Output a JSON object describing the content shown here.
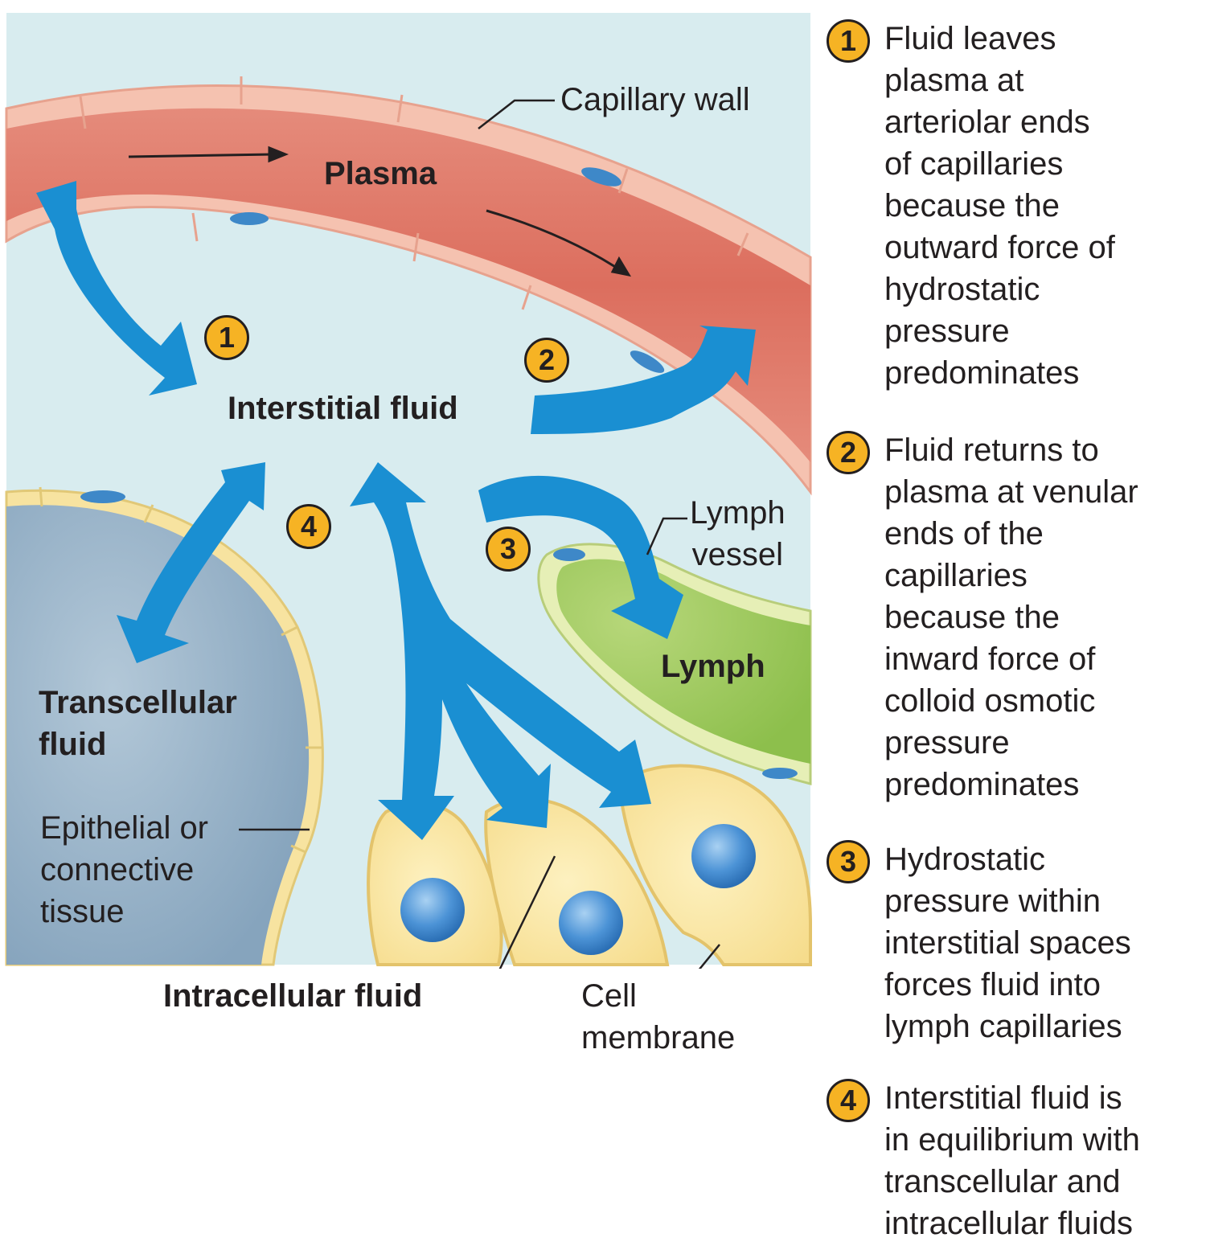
{
  "labels": {
    "capillary_wall": "Capillary wall",
    "plasma": "Plasma",
    "interstitial_fluid": "Interstitial fluid",
    "lymph_vessel": "Lymph\nvessel",
    "lymph": "Lymph",
    "transcellular_fluid": "Transcellular\nfluid",
    "epithelial": "Epithelial or\nconnective\ntissue",
    "intracellular_fluid": "Intracellular fluid",
    "cell_membrane": "Cell\nmembrane"
  },
  "badges": [
    "1",
    "2",
    "3",
    "4"
  ],
  "steps": [
    {
      "number": "1",
      "text": "Fluid leaves\nplasma at\narteriolar ends\nof capillaries\nbecause the\noutward force of\nhydrostatic\npressure\npredominates"
    },
    {
      "number": "2",
      "text": "Fluid returns to\nplasma at venular\nends of the\ncapillaries\nbecause the\ninward force of\ncolloid osmotic\npressure\npredominates"
    },
    {
      "number": "3",
      "text": "Hydrostatic\npressure within\ninterstitial spaces\nforces fluid into\nlymph capillaries"
    },
    {
      "number": "4",
      "text": "Interstitial fluid is\nin equilibrium with\ntranscellular and\nintracellular fluids"
    }
  ],
  "colors": {
    "background": "#d8ecef",
    "capillary": "#e1786a",
    "arrow": "#1a8fd2",
    "lymph": "#9cc85a",
    "transcellular": "#9bb6cb",
    "cell": "#fbe9a6",
    "badge": "#f6b324"
  }
}
